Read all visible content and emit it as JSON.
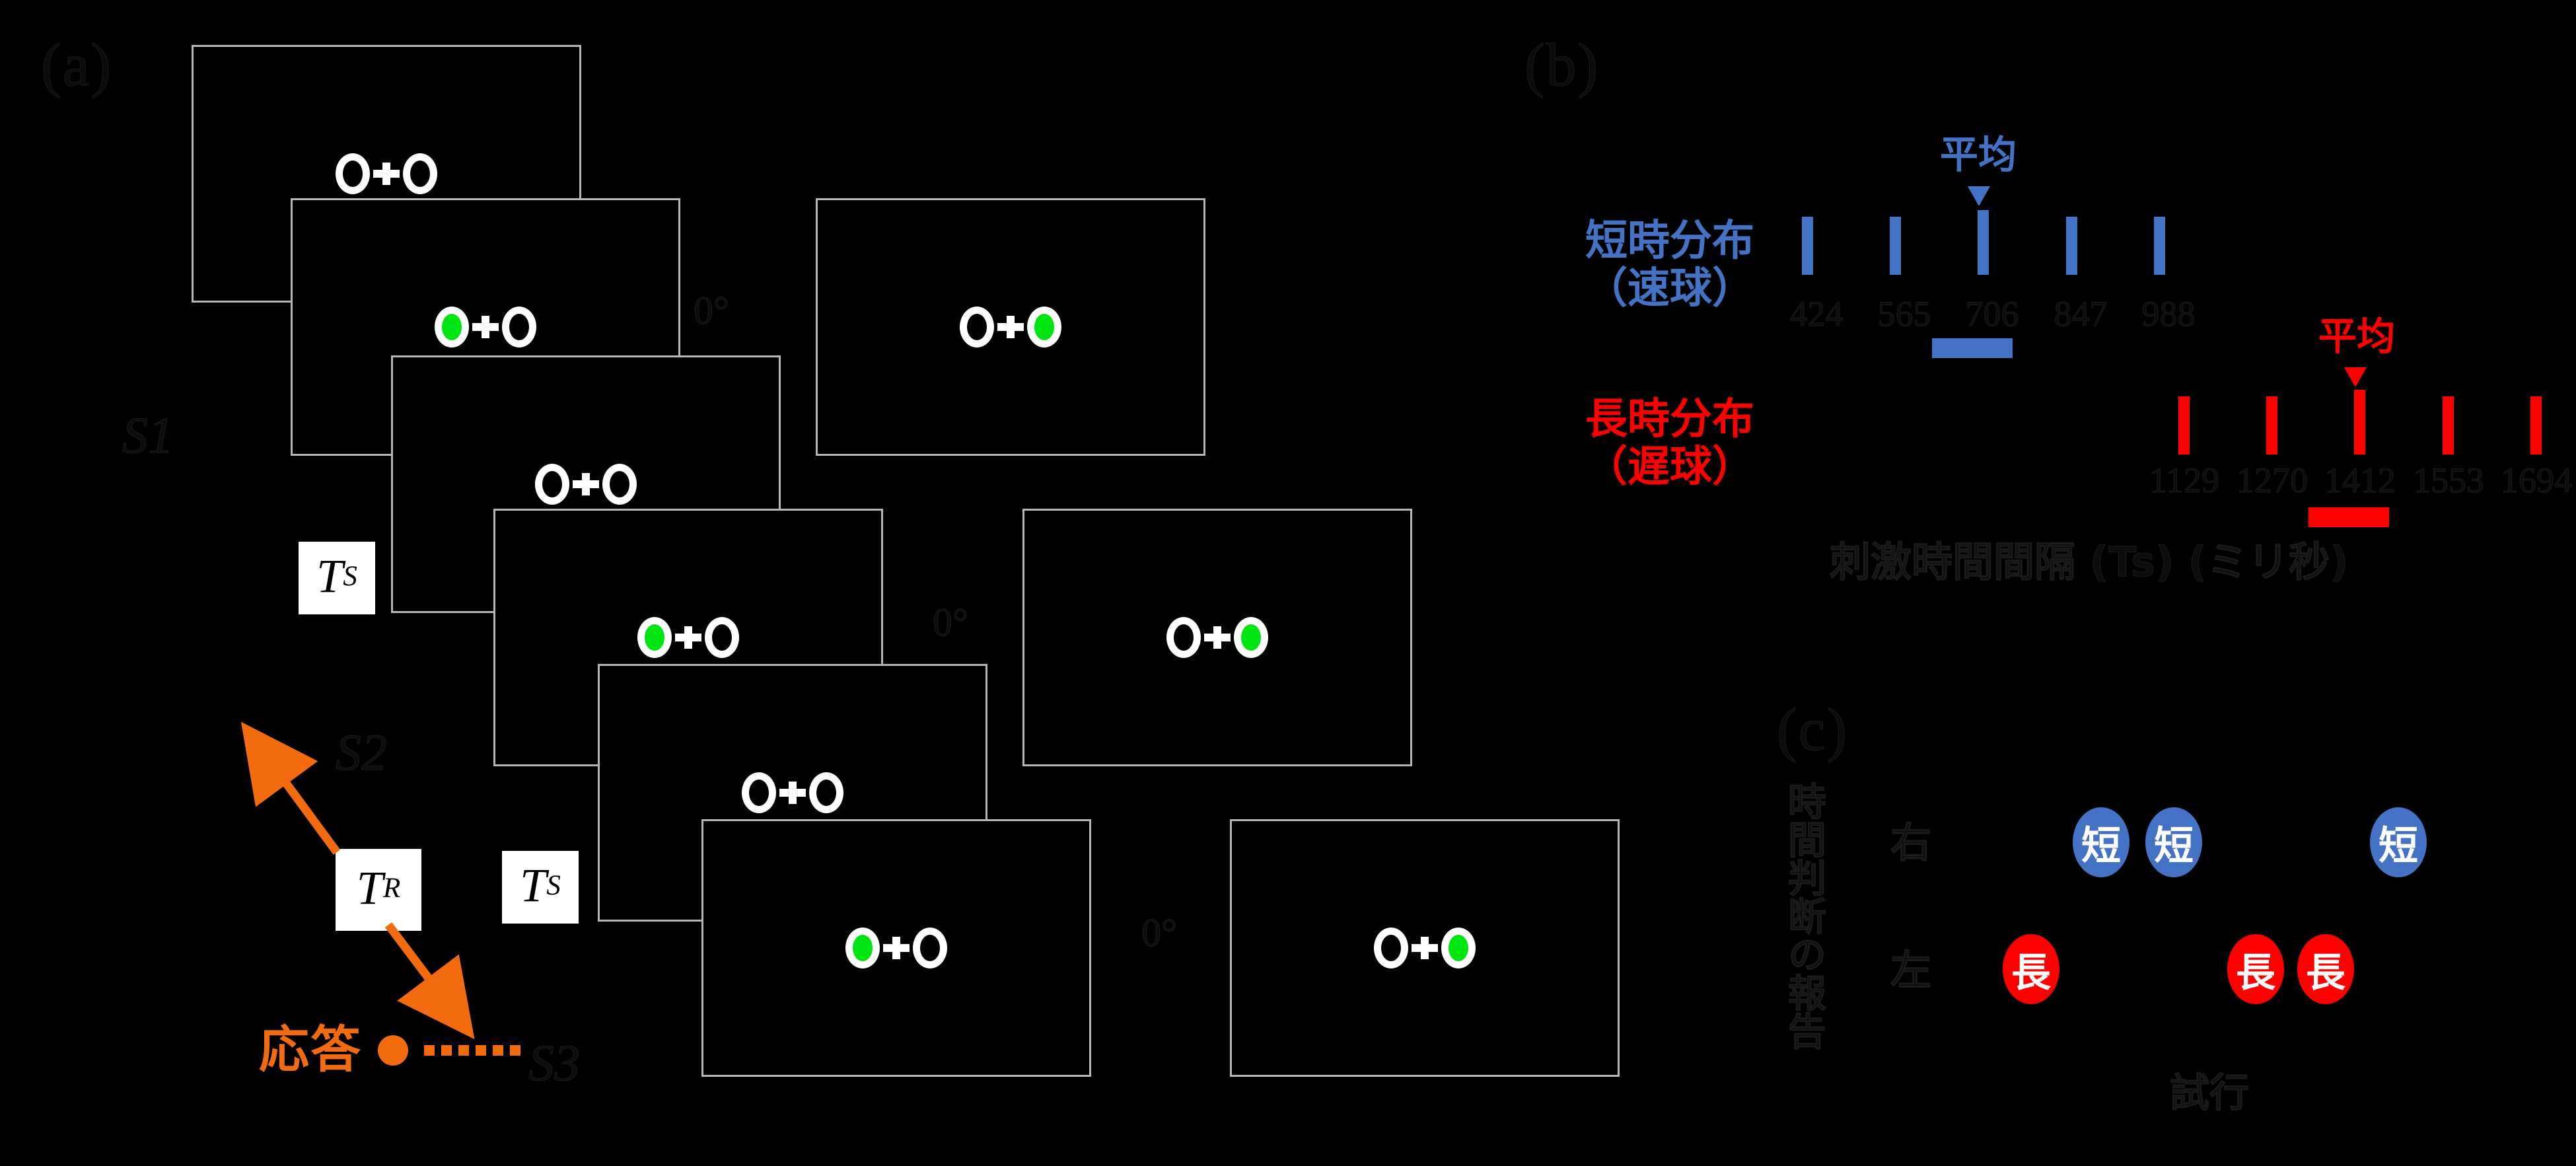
{
  "panels": {
    "a": {
      "letter": "(a)"
    },
    "b": {
      "letter": "(b)"
    },
    "c": {
      "letter": "(c)"
    }
  },
  "task": {
    "screens": [
      {
        "id": "s1-fix",
        "left_state": "outline",
        "right_state": "outline",
        "angle": ""
      },
      {
        "id": "s1-flash",
        "left_state": "green",
        "right_state": "outline",
        "angle": "0°"
      },
      {
        "id": "s1-resp",
        "left_state": "outline",
        "right_state": "green",
        "angle": ""
      },
      {
        "id": "s2-fix",
        "left_state": "outline",
        "right_state": "outline",
        "angle": ""
      },
      {
        "id": "s2-flash",
        "left_state": "green",
        "right_state": "outline",
        "angle": "0°"
      },
      {
        "id": "s2-resp",
        "left_state": "outline",
        "right_state": "green",
        "angle": ""
      },
      {
        "id": "s3-fix",
        "left_state": "outline",
        "right_state": "outline",
        "angle": ""
      },
      {
        "id": "s3-flash",
        "left_state": "green",
        "right_state": "outline",
        "angle": "0°"
      },
      {
        "id": "s3-resp",
        "left_state": "outline",
        "right_state": "green",
        "angle": ""
      }
    ],
    "angle_labels": [
      "0°",
      "0°",
      "0°"
    ],
    "sequence_labels": [
      "S1",
      "S2",
      "S3"
    ],
    "interval_ts": {
      "symbol": "T",
      "subscript": "S"
    },
    "interval_tr": {
      "symbol": "T",
      "subscript": "R"
    },
    "response_label": "応答"
  },
  "distributions": {
    "mean_label_short": "平均",
    "mean_label_long": "平均",
    "short": {
      "title_line1": "短時分布",
      "title_line2": "（速球）",
      "color": "#4472C4",
      "values": [
        424,
        565,
        706,
        847,
        988
      ],
      "mean": 706,
      "unit": "ms"
    },
    "long": {
      "title_line1": "長時分布",
      "title_line2": "（遅球）",
      "color": "#FF0000",
      "values": [
        1129,
        1270,
        1412,
        1553,
        1694
      ],
      "mean": 1412,
      "unit": "ms"
    },
    "axis_title": "刺激時間間隔 (Ts) (ミリ秒)"
  },
  "responses": {
    "y_axis_label": "時間判断の報告",
    "row_labels": {
      "top": "右",
      "bottom": "左"
    },
    "x_axis_label": "試行",
    "short_token": "短",
    "long_token": "長",
    "short_color": "#4472C4",
    "long_color": "#FF0000",
    "trials": [
      {
        "index": 1,
        "row": "bottom",
        "token": "長"
      },
      {
        "index": 2,
        "row": "top",
        "token": "短"
      },
      {
        "index": 3,
        "row": "top",
        "token": "短"
      },
      {
        "index": 4,
        "row": "bottom",
        "token": "長"
      },
      {
        "index": 5,
        "row": "bottom",
        "token": "長"
      },
      {
        "index": 6,
        "row": "top",
        "token": "短"
      }
    ]
  },
  "chart_data": [
    {
      "type": "bar",
      "title": "短時分布（速球）",
      "categories": [
        "424",
        "565",
        "706",
        "847",
        "988"
      ],
      "values": [
        1,
        1,
        1,
        1,
        1
      ],
      "annotations": [
        "平均 = 706"
      ],
      "xlabel": "刺激時間間隔 (Ts) (ミリ秒)",
      "ylabel": "",
      "legend": [
        "短時分布（速球）"
      ],
      "grid": false
    },
    {
      "type": "bar",
      "title": "長時分布（遅球）",
      "categories": [
        "1129",
        "1270",
        "1412",
        "1553",
        "1694"
      ],
      "values": [
        1,
        1,
        1,
        1,
        1
      ],
      "annotations": [
        "平均 = 1412"
      ],
      "xlabel": "刺激時間間隔 (Ts) (ミリ秒)",
      "ylabel": "",
      "legend": [
        "長時分布（遅球）"
      ],
      "grid": false
    },
    {
      "type": "scatter",
      "title": "試行ごとの時間判断の報告",
      "xlabel": "試行",
      "ylabel": "時間判断の報告",
      "categories": [
        "1",
        "2",
        "3",
        "4",
        "5",
        "6"
      ],
      "series": [
        {
          "name": "短",
          "x": [
            2,
            3,
            6
          ],
          "y": [
            "右",
            "右",
            "右"
          ]
        },
        {
          "name": "長",
          "x": [
            1,
            4,
            5
          ],
          "y": [
            "左",
            "左",
            "左"
          ]
        }
      ],
      "grid": false
    }
  ]
}
